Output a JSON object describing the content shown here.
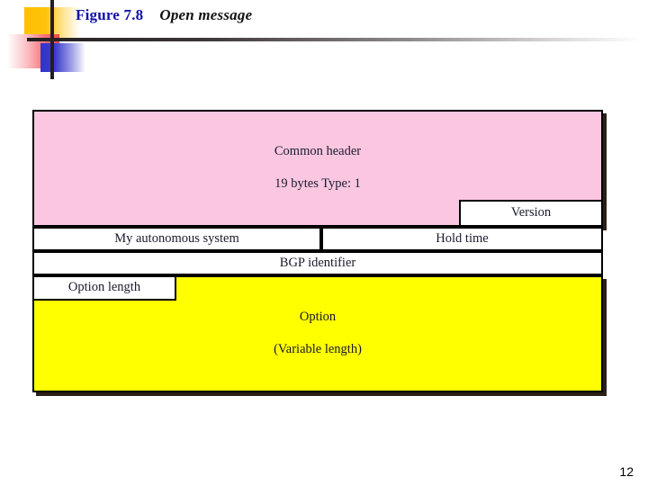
{
  "slide": {
    "page_number": "12",
    "title": {
      "figure_label": "Figure 7.8",
      "caption": "Open message",
      "figure_color": "#1111AA",
      "caption_color": "#111111"
    },
    "decoration": {
      "yellow_square": "yellow-gradient-square",
      "red_square": "red-gradient-square",
      "blue_square": "blue-gradient-square",
      "vertical_bar": "dark-vertical-bar",
      "horizontal_rule": "dark-fading-horizontal-rule"
    }
  },
  "diagram": {
    "type": "packet-format",
    "name": "BGP Open message format",
    "colors": {
      "header_fill": "#FBC7E0",
      "option_fill": "#FFFF00",
      "field_fill": "#FFFFFF",
      "border": "#000000",
      "shadow": "#2B2016"
    },
    "fields": [
      {
        "id": "common-header",
        "label": "Common header\n19 bytes   Type: 1",
        "line1": "Common header",
        "line2": "19 bytes   Type: 1",
        "fill": "header_fill",
        "row": 1
      },
      {
        "id": "version",
        "label": "Version",
        "fill": "field_fill",
        "row": 1
      },
      {
        "id": "my-autonomous-system",
        "label": "My autonomous system",
        "fill": "field_fill",
        "row": 2
      },
      {
        "id": "hold-time",
        "label": "Hold time",
        "fill": "field_fill",
        "row": 2
      },
      {
        "id": "bgp-identifier",
        "label": "BGP identifier",
        "fill": "field_fill",
        "row": 3
      },
      {
        "id": "option-length",
        "label": "Option length",
        "fill": "field_fill",
        "row": 4
      },
      {
        "id": "option",
        "label": "Option\n(Variable length)",
        "line1": "Option",
        "line2": "(Variable length)",
        "fill": "option_fill",
        "row": 4
      }
    ]
  }
}
